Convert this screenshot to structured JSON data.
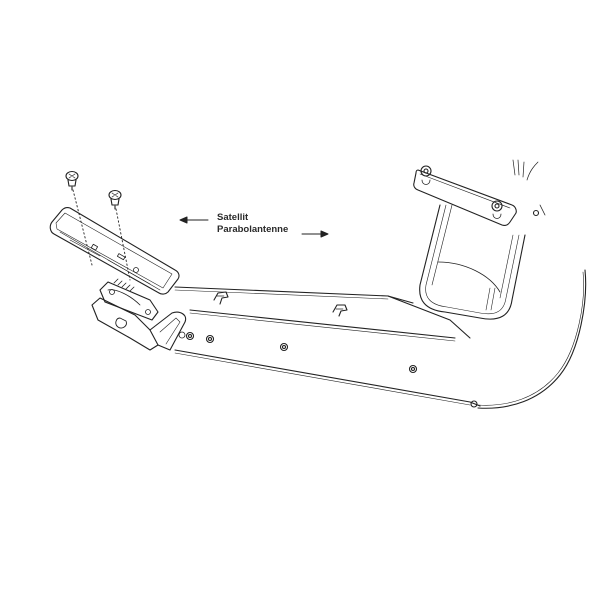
{
  "diagram": {
    "type": "technical-installation-drawing",
    "label": {
      "line1": "Satellit",
      "line2": "Parabolantenne"
    },
    "arrows": [
      {
        "direction": "left",
        "attached_to": "line1"
      },
      {
        "direction": "right",
        "attached_to": "line2"
      }
    ],
    "parts": [
      {
        "name": "screw",
        "count": 2
      },
      {
        "name": "mounting-plate"
      },
      {
        "name": "clamp-bracket"
      },
      {
        "name": "dish-arm"
      },
      {
        "name": "dish-reflector"
      },
      {
        "name": "lnb-holder-plate"
      }
    ],
    "colors": {
      "line": "#222222",
      "background": "#ffffff"
    }
  }
}
